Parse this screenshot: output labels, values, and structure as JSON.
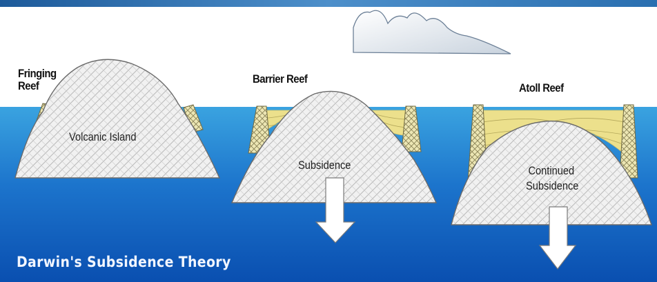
{
  "labels": {
    "fringing_reef": [
      "Fringing",
      "Reef"
    ],
    "barrier_reef": "Barrier Reef",
    "atoll_reef": "Atoll Reef",
    "volcanic_island": "Volcanic Island",
    "subsidence": "Subsidence",
    "continued_subsidence": [
      "Continued",
      "Subsidence"
    ]
  },
  "title": "Darwin's Subsidence Theory",
  "colors": {
    "sea_top": "#3aa3e0",
    "sea_bottom": "#0a4fb0",
    "top_band": "#2a6fb0",
    "island_fill": "#f1f1f1",
    "reef_fill": "#e8dc8a",
    "title_text": "#f2f6ff"
  }
}
